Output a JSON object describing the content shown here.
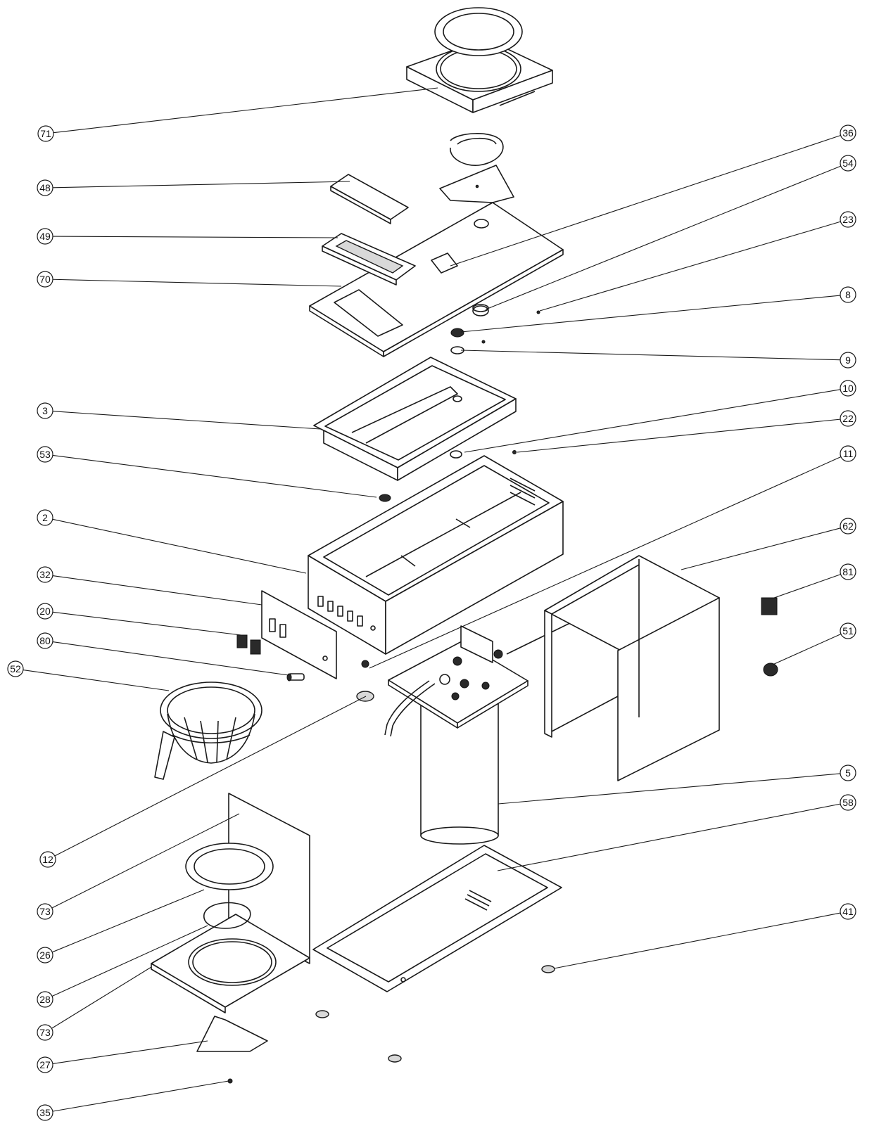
{
  "callouts": [
    {
      "id": "71"
    },
    {
      "id": "48"
    },
    {
      "id": "49"
    },
    {
      "id": "70"
    },
    {
      "id": "3"
    },
    {
      "id": "53"
    },
    {
      "id": "2"
    },
    {
      "id": "32"
    },
    {
      "id": "20"
    },
    {
      "id": "80"
    },
    {
      "id": "52"
    },
    {
      "id": "12"
    },
    {
      "id": "73"
    },
    {
      "id": "26"
    },
    {
      "id": "28"
    },
    {
      "id": "73"
    },
    {
      "id": "27"
    },
    {
      "id": "35"
    },
    {
      "id": "36"
    },
    {
      "id": "54"
    },
    {
      "id": "23"
    },
    {
      "id": "8"
    },
    {
      "id": "9"
    },
    {
      "id": "10"
    },
    {
      "id": "22"
    },
    {
      "id": "11"
    },
    {
      "id": "62"
    },
    {
      "id": "81"
    },
    {
      "id": "51"
    },
    {
      "id": "5"
    },
    {
      "id": "58"
    },
    {
      "id": "41"
    }
  ]
}
